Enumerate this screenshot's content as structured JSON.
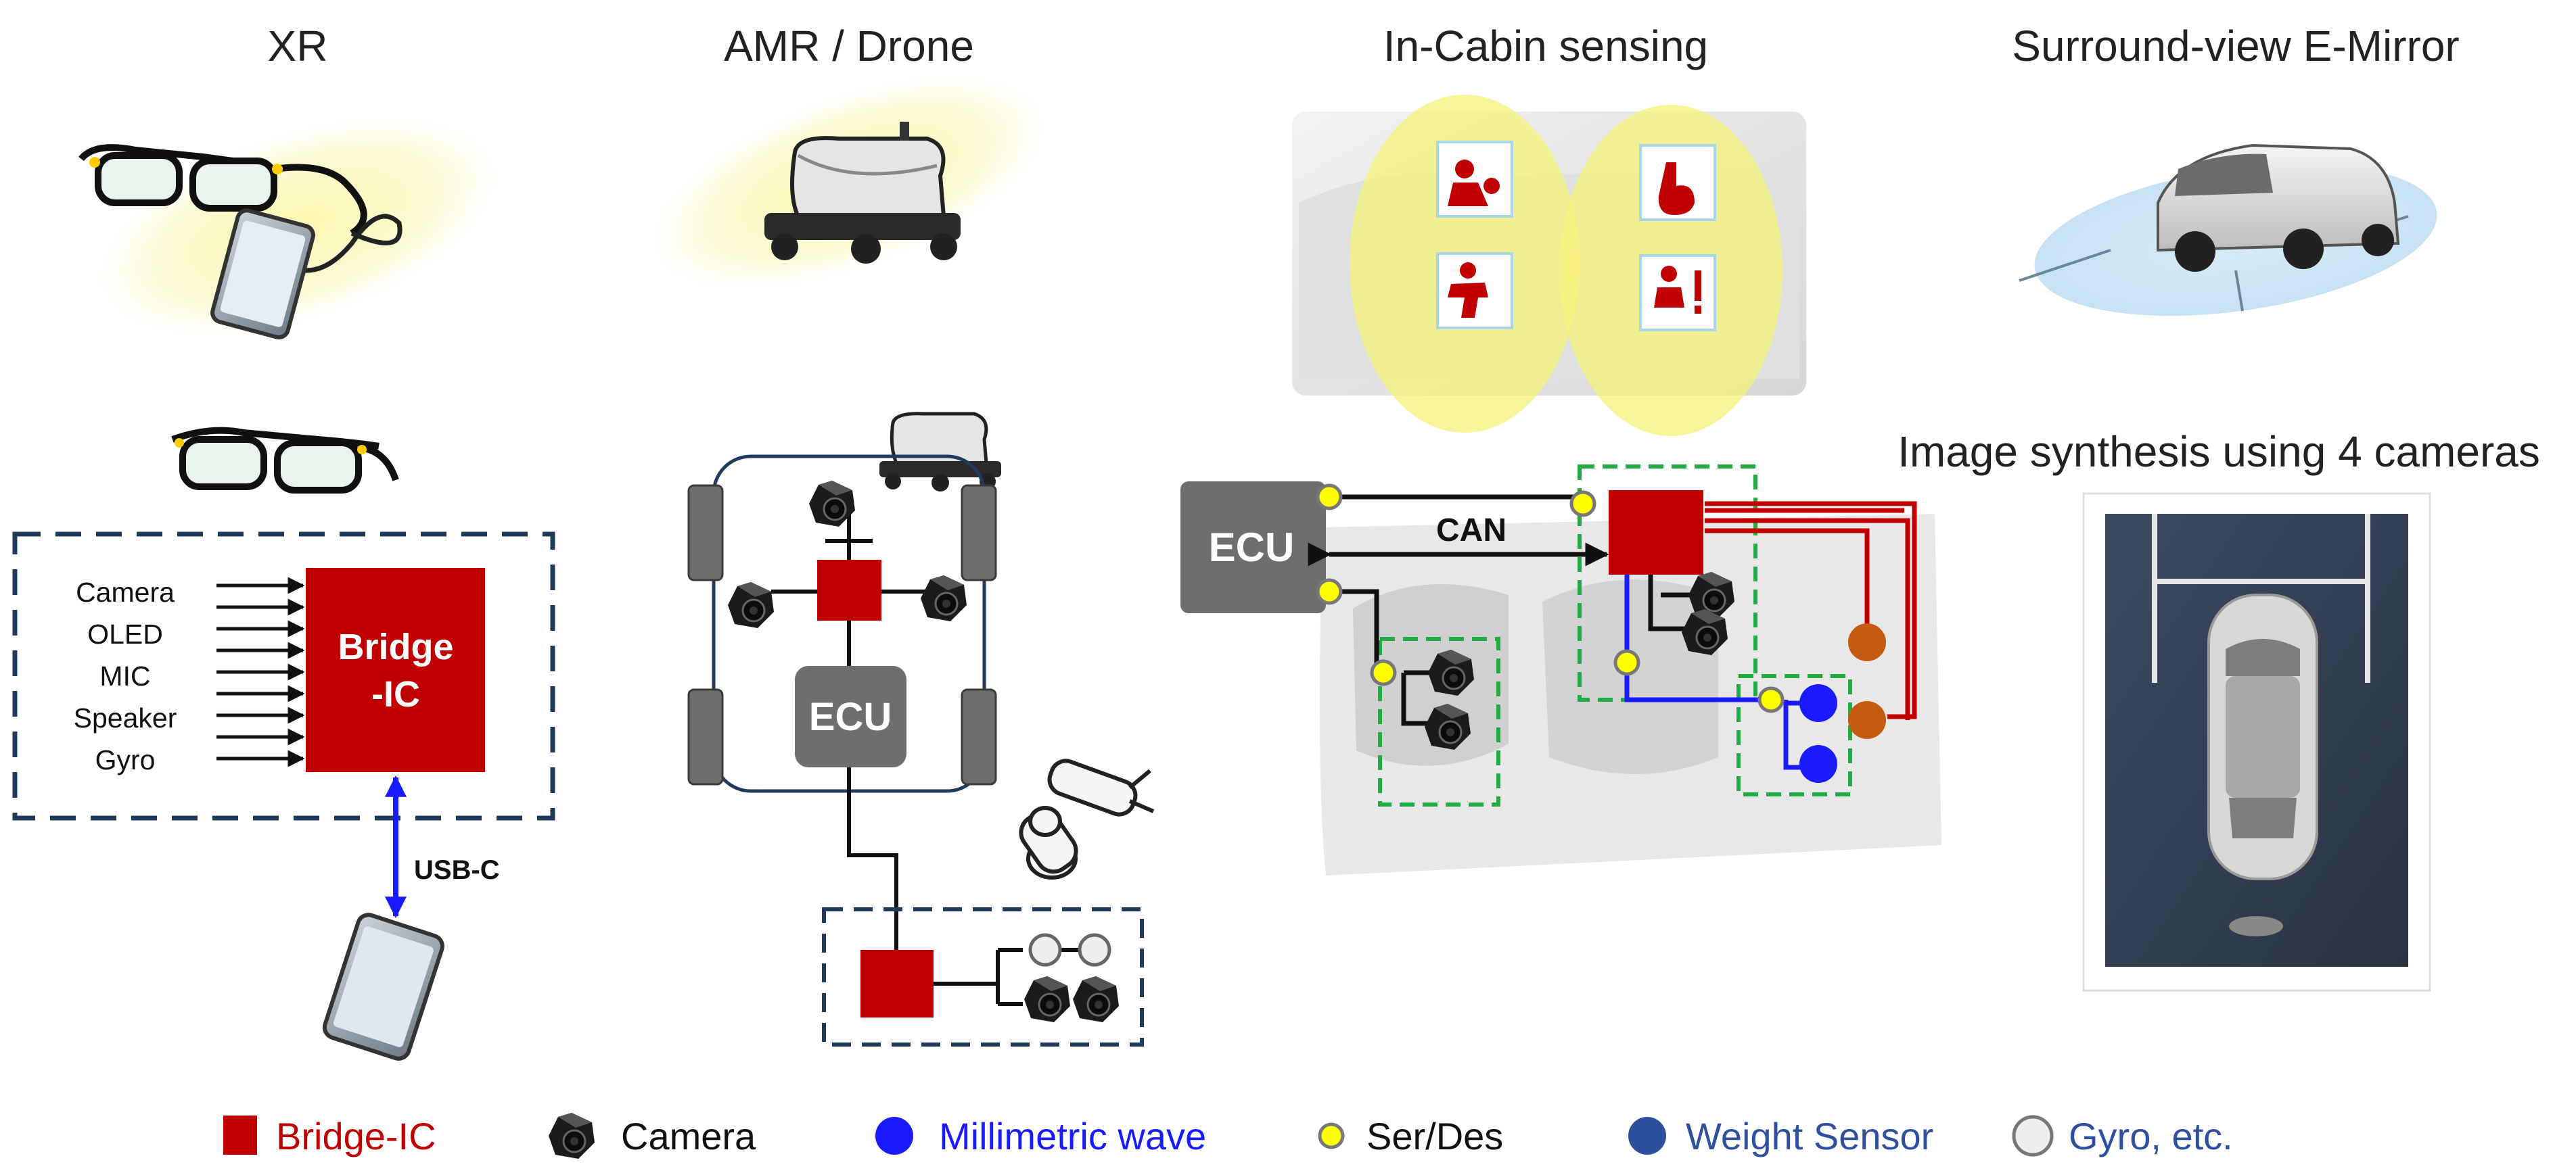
{
  "panels": {
    "xr": {
      "title": "XR",
      "inputs": [
        "Camera",
        "OLED",
        "MIC",
        "Speaker",
        "Gyro"
      ],
      "bridge_label_line1": "Bridge",
      "bridge_label_line2": "-IC",
      "link_label": "USB-C"
    },
    "amr": {
      "title": "AMR / Drone",
      "ecu_label": "ECU"
    },
    "cabin": {
      "title": "In-Cabin sensing",
      "ecu_label": "ECU",
      "bus_label": "CAN"
    },
    "mirror": {
      "title": "Surround-view E-Mirror",
      "subtitle": "Image synthesis using 4 cameras"
    }
  },
  "legend": [
    {
      "label": "Bridge-IC",
      "icon": "bridge-ic-square-icon",
      "color": "#c00000"
    },
    {
      "label": "Camera",
      "icon": "camera-icon",
      "color": "#111111"
    },
    {
      "label": "Millimetric wave",
      "icon": "mmwave-dot-icon",
      "color": "#1a1aff"
    },
    {
      "label": "Ser/Des",
      "icon": "serdes-dot-icon",
      "color": "#111111"
    },
    {
      "label": "Weight Sensor",
      "icon": "weight-sensor-dot-icon",
      "color": "#2f4f9f"
    },
    {
      "label": "Gyro, etc.",
      "icon": "gyro-dot-icon",
      "color": "#2f4f9f"
    }
  ],
  "colors": {
    "bridge": "#c00000",
    "ecu": "#6e6e6e",
    "serdes": "#ffff00",
    "mmwave": "#1a1aff",
    "weight": "#2f4f9f",
    "gyro": "#eeeeee",
    "orange_sensor": "#c55a11",
    "zone_dash": "#1f3a5a",
    "green_dash": "#22aa44",
    "glow": "#fbf8b0"
  }
}
